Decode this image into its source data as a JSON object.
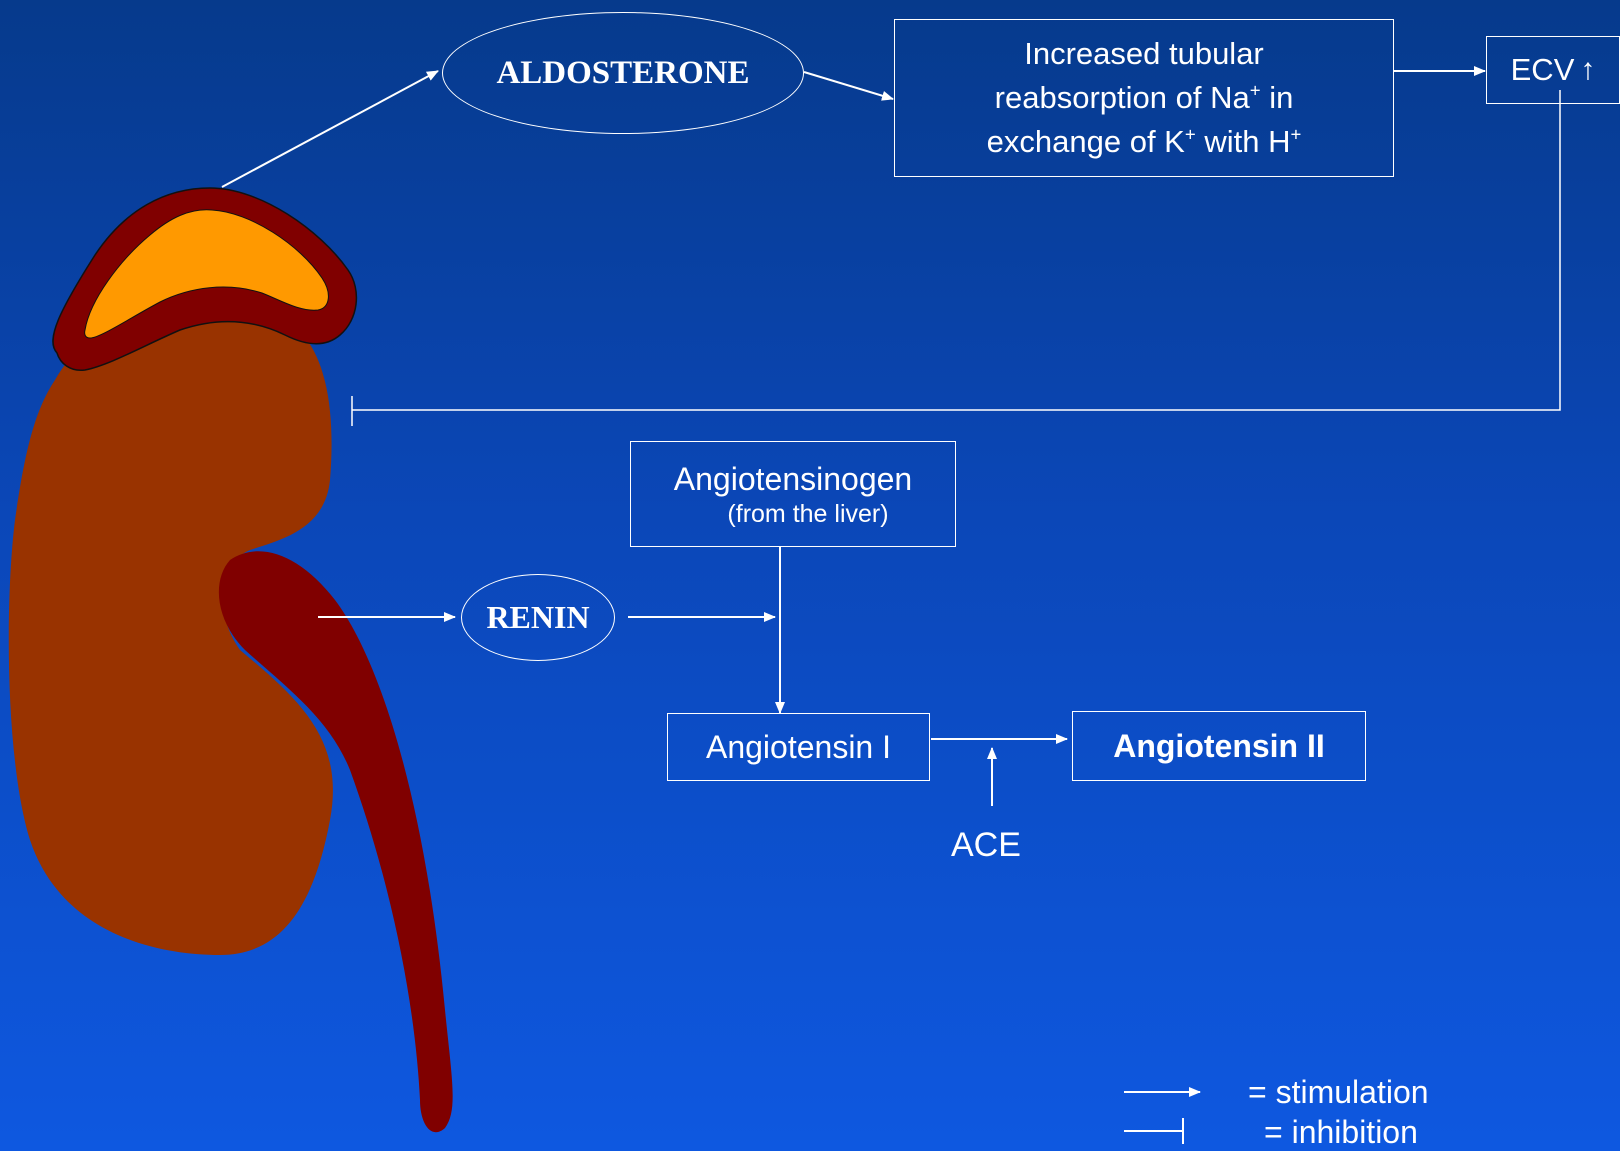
{
  "colors": {
    "background_top": "#063a8c",
    "background_bottom": "#0e58e0",
    "kidney": "#993300",
    "ureter_and_gland_outline": "#800000",
    "adrenal_cortex": "#ff9900",
    "lines": "#ffffff"
  },
  "nodes": {
    "aldosterone": "ALDOSTERONE",
    "reabsorption": {
      "line1": "Increased tubular",
      "line2_a": "reabsorption of Na",
      "line2_sup": "+",
      "line2_b": " in",
      "line3_a": "exchange of  K",
      "line3_sup1": "+",
      "line3_b": " with H",
      "line3_sup2": "+"
    },
    "ecv": {
      "label": "ECV",
      "arrow": "↑"
    },
    "renin": "RENIN",
    "angiotensinogen": {
      "label": "Angiotensinogen",
      "source": "(from the liver)"
    },
    "angiotensin_1": "Angiotensin I",
    "angiotensin_2": "Angiotensin II",
    "ace": "ACE"
  },
  "legend": {
    "stimulation": "= stimulation",
    "inhibition": "= inhibition"
  },
  "icons": {
    "kidney": "kidney-icon",
    "adrenal_gland": "adrenal-gland-icon",
    "ureter": "ureter-icon"
  }
}
